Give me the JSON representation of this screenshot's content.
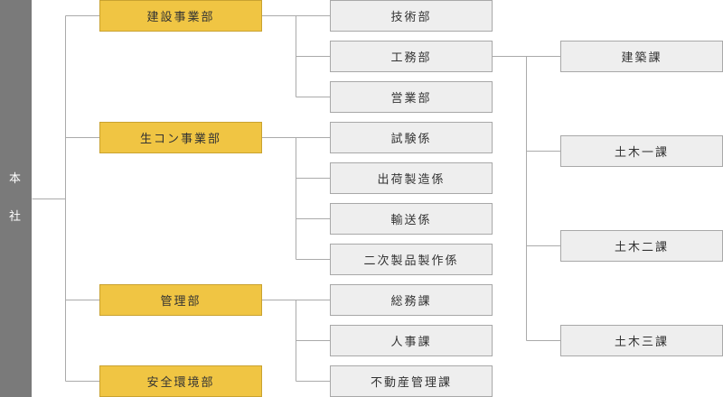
{
  "root": {
    "chars": [
      "本",
      "社"
    ]
  },
  "divisions": [
    {
      "label": "建設事業部",
      "departments": [
        {
          "label": "技術部"
        },
        {
          "label": "工務部",
          "sections": [
            {
              "label": "建築課"
            },
            {
              "label": "土木一課"
            },
            {
              "label": "土木二課"
            },
            {
              "label": "土木三課"
            }
          ]
        },
        {
          "label": "営業部"
        }
      ]
    },
    {
      "label": "生コン事業部",
      "departments": [
        {
          "label": "試験係"
        },
        {
          "label": "出荷製造係"
        },
        {
          "label": "輸送係"
        },
        {
          "label": "二次製品製作係"
        }
      ]
    },
    {
      "label": "管理部",
      "departments": [
        {
          "label": "総務課"
        },
        {
          "label": "人事課"
        },
        {
          "label": "不動産管理課"
        }
      ]
    },
    {
      "label": "安全環境部",
      "departments": []
    }
  ],
  "colors": {
    "root_bg": "#7a7a7a",
    "division_bg": "#f0c543",
    "department_bg": "#eeeeee",
    "connector": "#aaaaaa"
  }
}
